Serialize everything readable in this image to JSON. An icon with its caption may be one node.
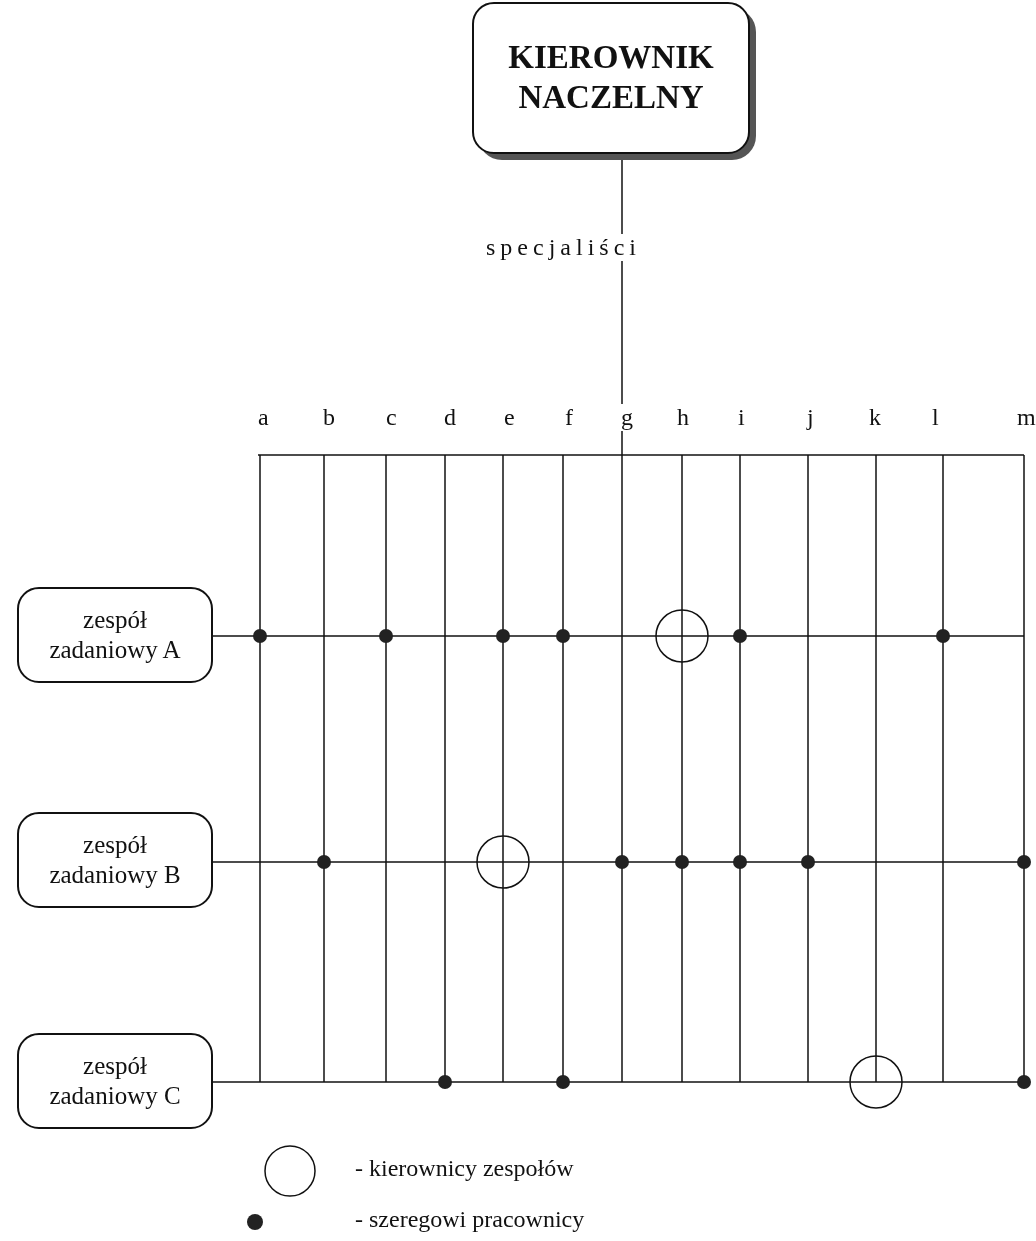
{
  "diagram": {
    "nodes": [
      {
        "text": [
          "KIEROWNIK NACZELNY"
        ]
      },
      {
        "text": [
          "zespół zadaniowy A"
        ]
      },
      {
        "text": [
          "zespół zadaniowy B"
        ]
      },
      {
        "text": [
          "zespół zadaniowy C"
        ]
      }
    ],
    "edges": [
      {
        "from": 0,
        "to": null,
        "arrow": "none"
      },
      {
        "from": 1,
        "to": null,
        "arrow": "none"
      },
      {
        "from": 2,
        "to": null,
        "arrow": "none"
      },
      {
        "from": 3,
        "to": null,
        "arrow": "none"
      }
    ],
    "labels": [
      "specjaliści",
      "a",
      "b",
      "c",
      "d",
      "e",
      "f",
      "g",
      "h",
      "i",
      "j",
      "k",
      "l",
      "m"
    ],
    "legend": [
      {
        "text": "- kierownicy zespołów"
      },
      {
        "text": "- szeregowi pracownicy"
      }
    ]
  }
}
